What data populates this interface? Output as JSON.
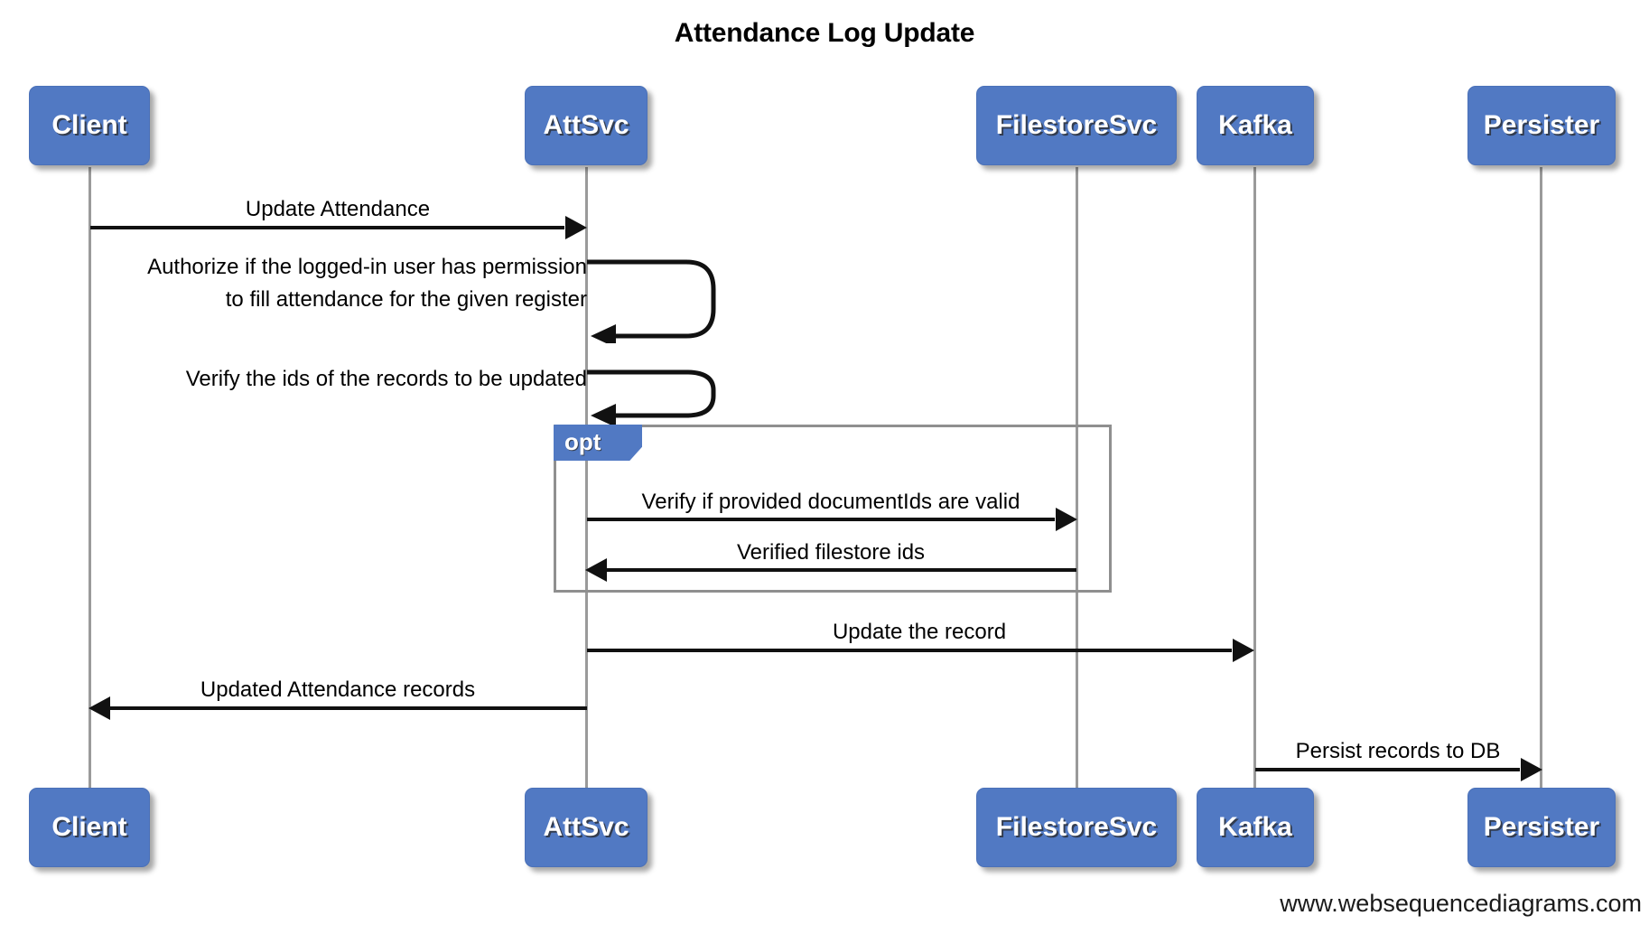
{
  "diagram": {
    "title": "Attendance Log Update",
    "footer": "www.websequencediagrams.com",
    "accent_color": "#5179c3",
    "line_color": "#111111",
    "lifeline_color": "#9a9a9a",
    "fragment_border_color": "#8f8f8f"
  },
  "participants": [
    {
      "id": "client",
      "label": "Client"
    },
    {
      "id": "attsvc",
      "label": "AttSvc"
    },
    {
      "id": "filestoresvc",
      "label": "FilestoreSvc"
    },
    {
      "id": "kafka",
      "label": "Kafka"
    },
    {
      "id": "persister",
      "label": "Persister"
    }
  ],
  "participants_bottom": [
    {
      "id": "client",
      "label": "Client"
    },
    {
      "id": "attsvc",
      "label": "AttSvc"
    },
    {
      "id": "filestoresvc",
      "label": "FilestoreSvc"
    },
    {
      "id": "kafka",
      "label": "Kafka"
    },
    {
      "id": "persister",
      "label": "Persister"
    }
  ],
  "messages": [
    {
      "id": "m1",
      "from": "client",
      "to": "attsvc",
      "label": "Update Attendance",
      "kind": "call"
    },
    {
      "id": "m2",
      "from": "attsvc",
      "to": "attsvc",
      "label": "Authorize if the logged-in user has permission\nto fill attendance for the given register",
      "kind": "self"
    },
    {
      "id": "m3",
      "from": "attsvc",
      "to": "attsvc",
      "label": "Verify the ids of the records to be updated",
      "kind": "self"
    },
    {
      "id": "m4",
      "from": "attsvc",
      "to": "filestoresvc",
      "label": "Verify if provided documentIds are valid",
      "kind": "call"
    },
    {
      "id": "m5",
      "from": "filestoresvc",
      "to": "attsvc",
      "label": "Verified filestore ids",
      "kind": "return"
    },
    {
      "id": "m6",
      "from": "attsvc",
      "to": "kafka",
      "label": "Update the record",
      "kind": "call"
    },
    {
      "id": "m7",
      "from": "attsvc",
      "to": "client",
      "label": "Updated Attendance records",
      "kind": "return"
    },
    {
      "id": "m8",
      "from": "kafka",
      "to": "persister",
      "label": "Persist records to DB",
      "kind": "call"
    }
  ],
  "fragments": [
    {
      "id": "opt1",
      "type": "opt",
      "label": "opt"
    }
  ]
}
